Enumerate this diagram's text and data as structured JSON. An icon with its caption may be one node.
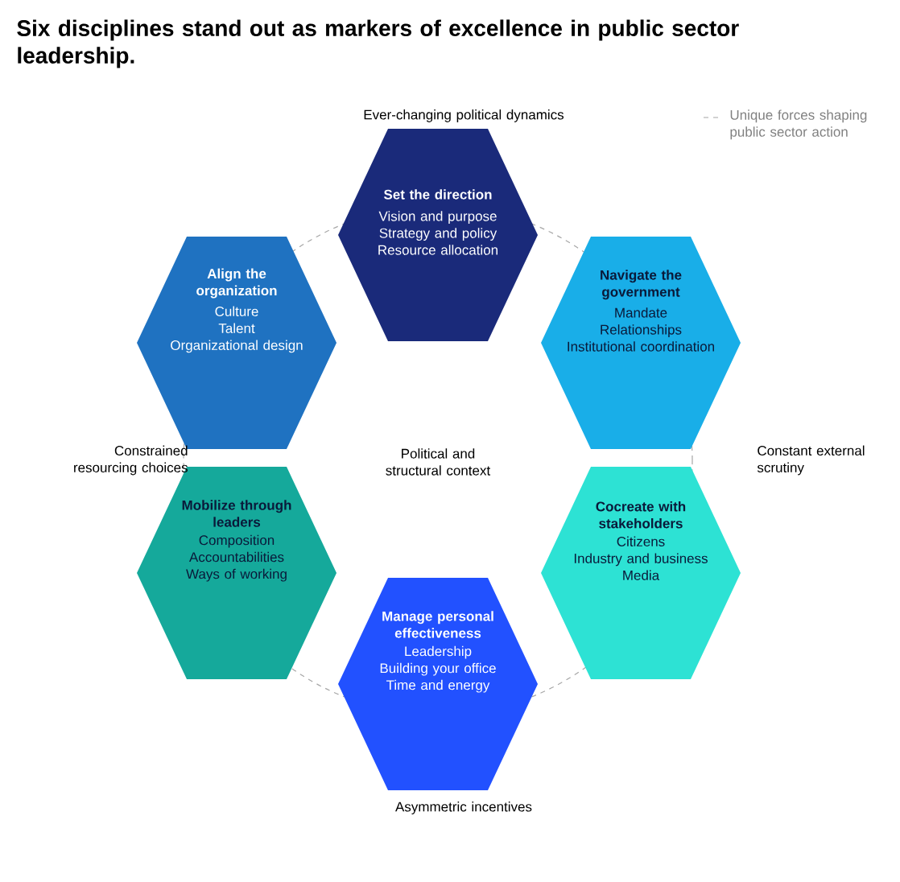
{
  "diagram": {
    "title": "Six disciplines stand out as markers of excellence in public sector leadership.",
    "nodes": [
      {
        "text": [
          "Set the direction",
          "Vision and purpose",
          "Strategy and policy",
          "Resource allocation"
        ]
      },
      {
        "text": [
          "Align the organization",
          "Culture",
          "Talent",
          "Organizational design"
        ]
      },
      {
        "text": [
          "Navigate the government",
          "Mandate",
          "Relationships",
          "Institutional coordination"
        ]
      },
      {
        "text": [
          "Mobilize through leaders",
          "Composition",
          "Accountabilities",
          "Ways of working"
        ]
      },
      {
        "text": [
          "Cocreate with stakeholders",
          "Citizens",
          "Industry and business",
          "Media"
        ]
      },
      {
        "text": [
          "Manage personal effectiveness",
          "Leadership",
          "Building your office",
          "Time and energy"
        ]
      }
    ],
    "labels": [
      "Ever-changing political dynamics",
      "Constrained resourcing choices",
      "Political and structural context",
      "Constant external scrutiny",
      "Asymmetric incentives"
    ],
    "legend": [
      {
        "text": "Unique forces shaping public sector action"
      }
    ]
  }
}
